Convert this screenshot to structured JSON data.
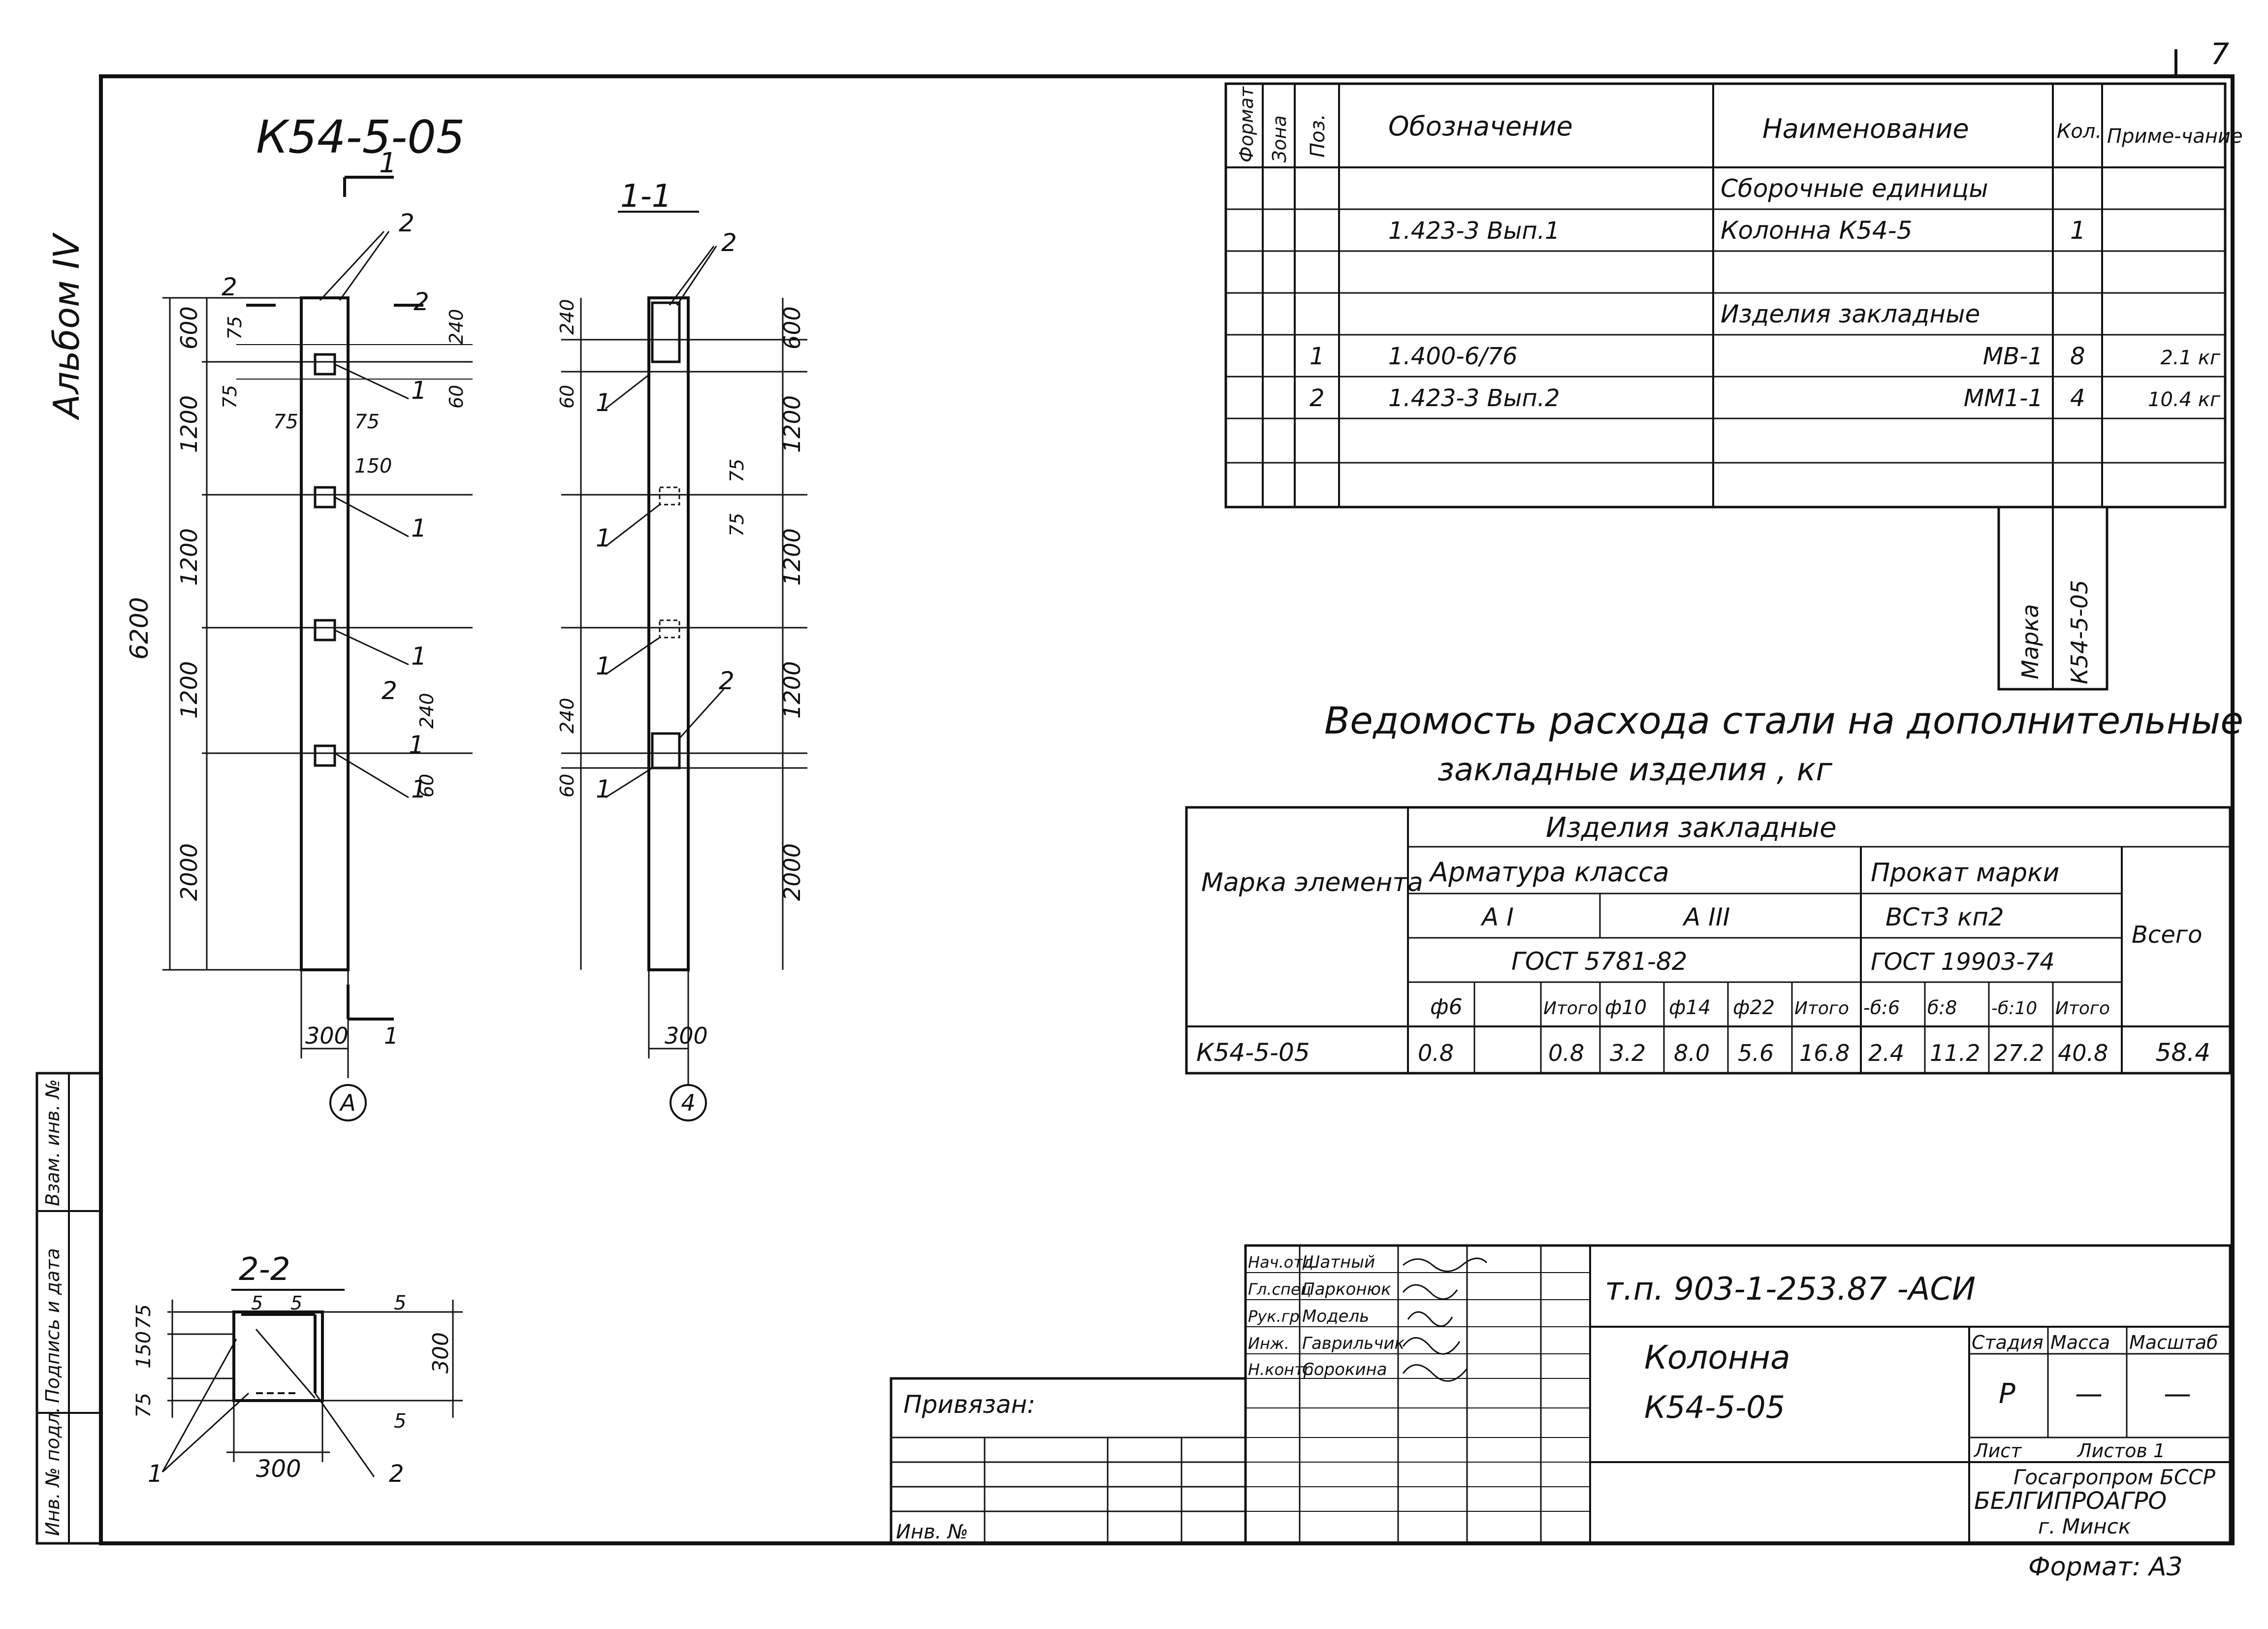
{
  "sheet": {
    "page_number": "7",
    "album": "Альбом IV",
    "drawing_title": "К54-5-05",
    "format": "Формат: А3"
  },
  "left_stamp": {
    "inv_podl": "Инв. № подл.",
    "podpis_data": "Подпись и дата",
    "vzam_inv": "Взам. инв. №"
  },
  "view_front": {
    "section_mark": "1",
    "section_cut_mark": "2",
    "axis_label": "А",
    "base_width": "300",
    "callouts": [
      "2",
      "1",
      "1",
      "1",
      "1",
      "2",
      "2",
      "1"
    ],
    "overall_height": "6200",
    "dims_left": [
      "600",
      "1200",
      "1200",
      "1200",
      "2000"
    ],
    "small_dims": [
      "75",
      "75",
      "75",
      "75",
      "150",
      "240",
      "60",
      "240",
      "60"
    ]
  },
  "view_section_1_1": {
    "title": "1-1",
    "axis_label": "4",
    "base_width": "300",
    "dims_right": [
      "600",
      "1200",
      "1200",
      "1200",
      "2000"
    ],
    "small_dims": [
      "240",
      "60",
      "75",
      "75",
      "240",
      "60"
    ],
    "callouts": [
      "2",
      "1",
      "1",
      "1",
      "2",
      "1"
    ]
  },
  "section_2_2": {
    "title": "2-2",
    "width": "300",
    "height": "300",
    "dims_left": [
      "75",
      "150",
      "75"
    ],
    "dims_right": [
      "5",
      "5"
    ],
    "dims_top": [
      "5",
      "5"
    ],
    "callouts": [
      "1",
      "2"
    ]
  },
  "spec_table": {
    "headers": [
      "Формат",
      "Зона",
      "Поз.",
      "Обозначение",
      "Наименование",
      "Кол.",
      "Приме-чание"
    ],
    "rows": [
      {
        "pos": "",
        "oboz": "",
        "name": "Сборочные единицы",
        "qty": "",
        "note": ""
      },
      {
        "pos": "",
        "oboz": "1.423-3 Вып.1",
        "name": "Колонна   К54-5",
        "qty": "1",
        "note": ""
      },
      {
        "pos": "",
        "oboz": "",
        "name": "",
        "qty": "",
        "note": ""
      },
      {
        "pos": "",
        "oboz": "",
        "name": "Изделия закладные",
        "qty": "",
        "note": ""
      },
      {
        "pos": "1",
        "oboz": "1.400-6/76",
        "name": "МВ-1",
        "qty": "8",
        "note": "2.1 кг"
      },
      {
        "pos": "2",
        "oboz": "1.423-3 Вып.2",
        "name": "ММ1-1",
        "qty": "4",
        "note": "10.4 кг"
      },
      {
        "pos": "",
        "oboz": "",
        "name": "",
        "qty": "",
        "note": ""
      },
      {
        "pos": "",
        "oboz": "",
        "name": "",
        "qty": "",
        "note": ""
      }
    ],
    "marka_label": "Марка",
    "marka_value": "К54-5-05"
  },
  "steel_table": {
    "title_line1": "Ведомость расхода стали на дополнительные",
    "title_line2": "закладные изделия , кг",
    "col_marka": "Марка элемента",
    "group": "Изделия закладные",
    "armatura": "Арматура класса",
    "class_a1": "А I",
    "class_a3": "А III",
    "gost_arm": "ГОСТ 5781-82",
    "prokat": "Прокат марки",
    "prokat_mark": "ВСт3 кп2",
    "gost_prokat": "ГОСТ 19903-74",
    "vsego": "Всего",
    "subheaders": [
      "ф6",
      "",
      "Итого",
      "ф10",
      "ф14",
      "ф22",
      "Итого",
      "-б:6",
      "б:8",
      "-б:10",
      "Итого"
    ],
    "row": {
      "marka": "К54-5-05",
      "values": [
        "0.8",
        "",
        "0.8",
        "3.2",
        "8.0",
        "5.6",
        "16.8",
        "2.4",
        "11.2",
        "27.2",
        "40.8"
      ],
      "total": "58.4"
    }
  },
  "title_block": {
    "privyazan": "Привязан:",
    "inv_no": "Инв. №",
    "signatures": [
      {
        "role": "Нач.отд",
        "name": "Шатный"
      },
      {
        "role": "Гл.спец",
        "name": "Парконюк"
      },
      {
        "role": "Рук.гр",
        "name": "Модель"
      },
      {
        "role": "Инж.",
        "name": "Гаврильчик"
      },
      {
        "role": "Н.контр",
        "name": "Сорокина"
      }
    ],
    "project_code": "т.п.   903-1-253.87      -АСИ",
    "element_name": "Колонна",
    "element_mark": "К54-5-05",
    "stage_label": "Стадия",
    "mass_label": "Масса",
    "scale_label": "Масштаб",
    "stage": "Р",
    "mass": "—",
    "scale": "—",
    "sheet_label": "Лист",
    "sheets_label": "Листов 1",
    "org_line1": "Госагропром БССР",
    "org_line2": "БЕЛГИПРОАГРО",
    "org_line3": "г. Минск"
  }
}
